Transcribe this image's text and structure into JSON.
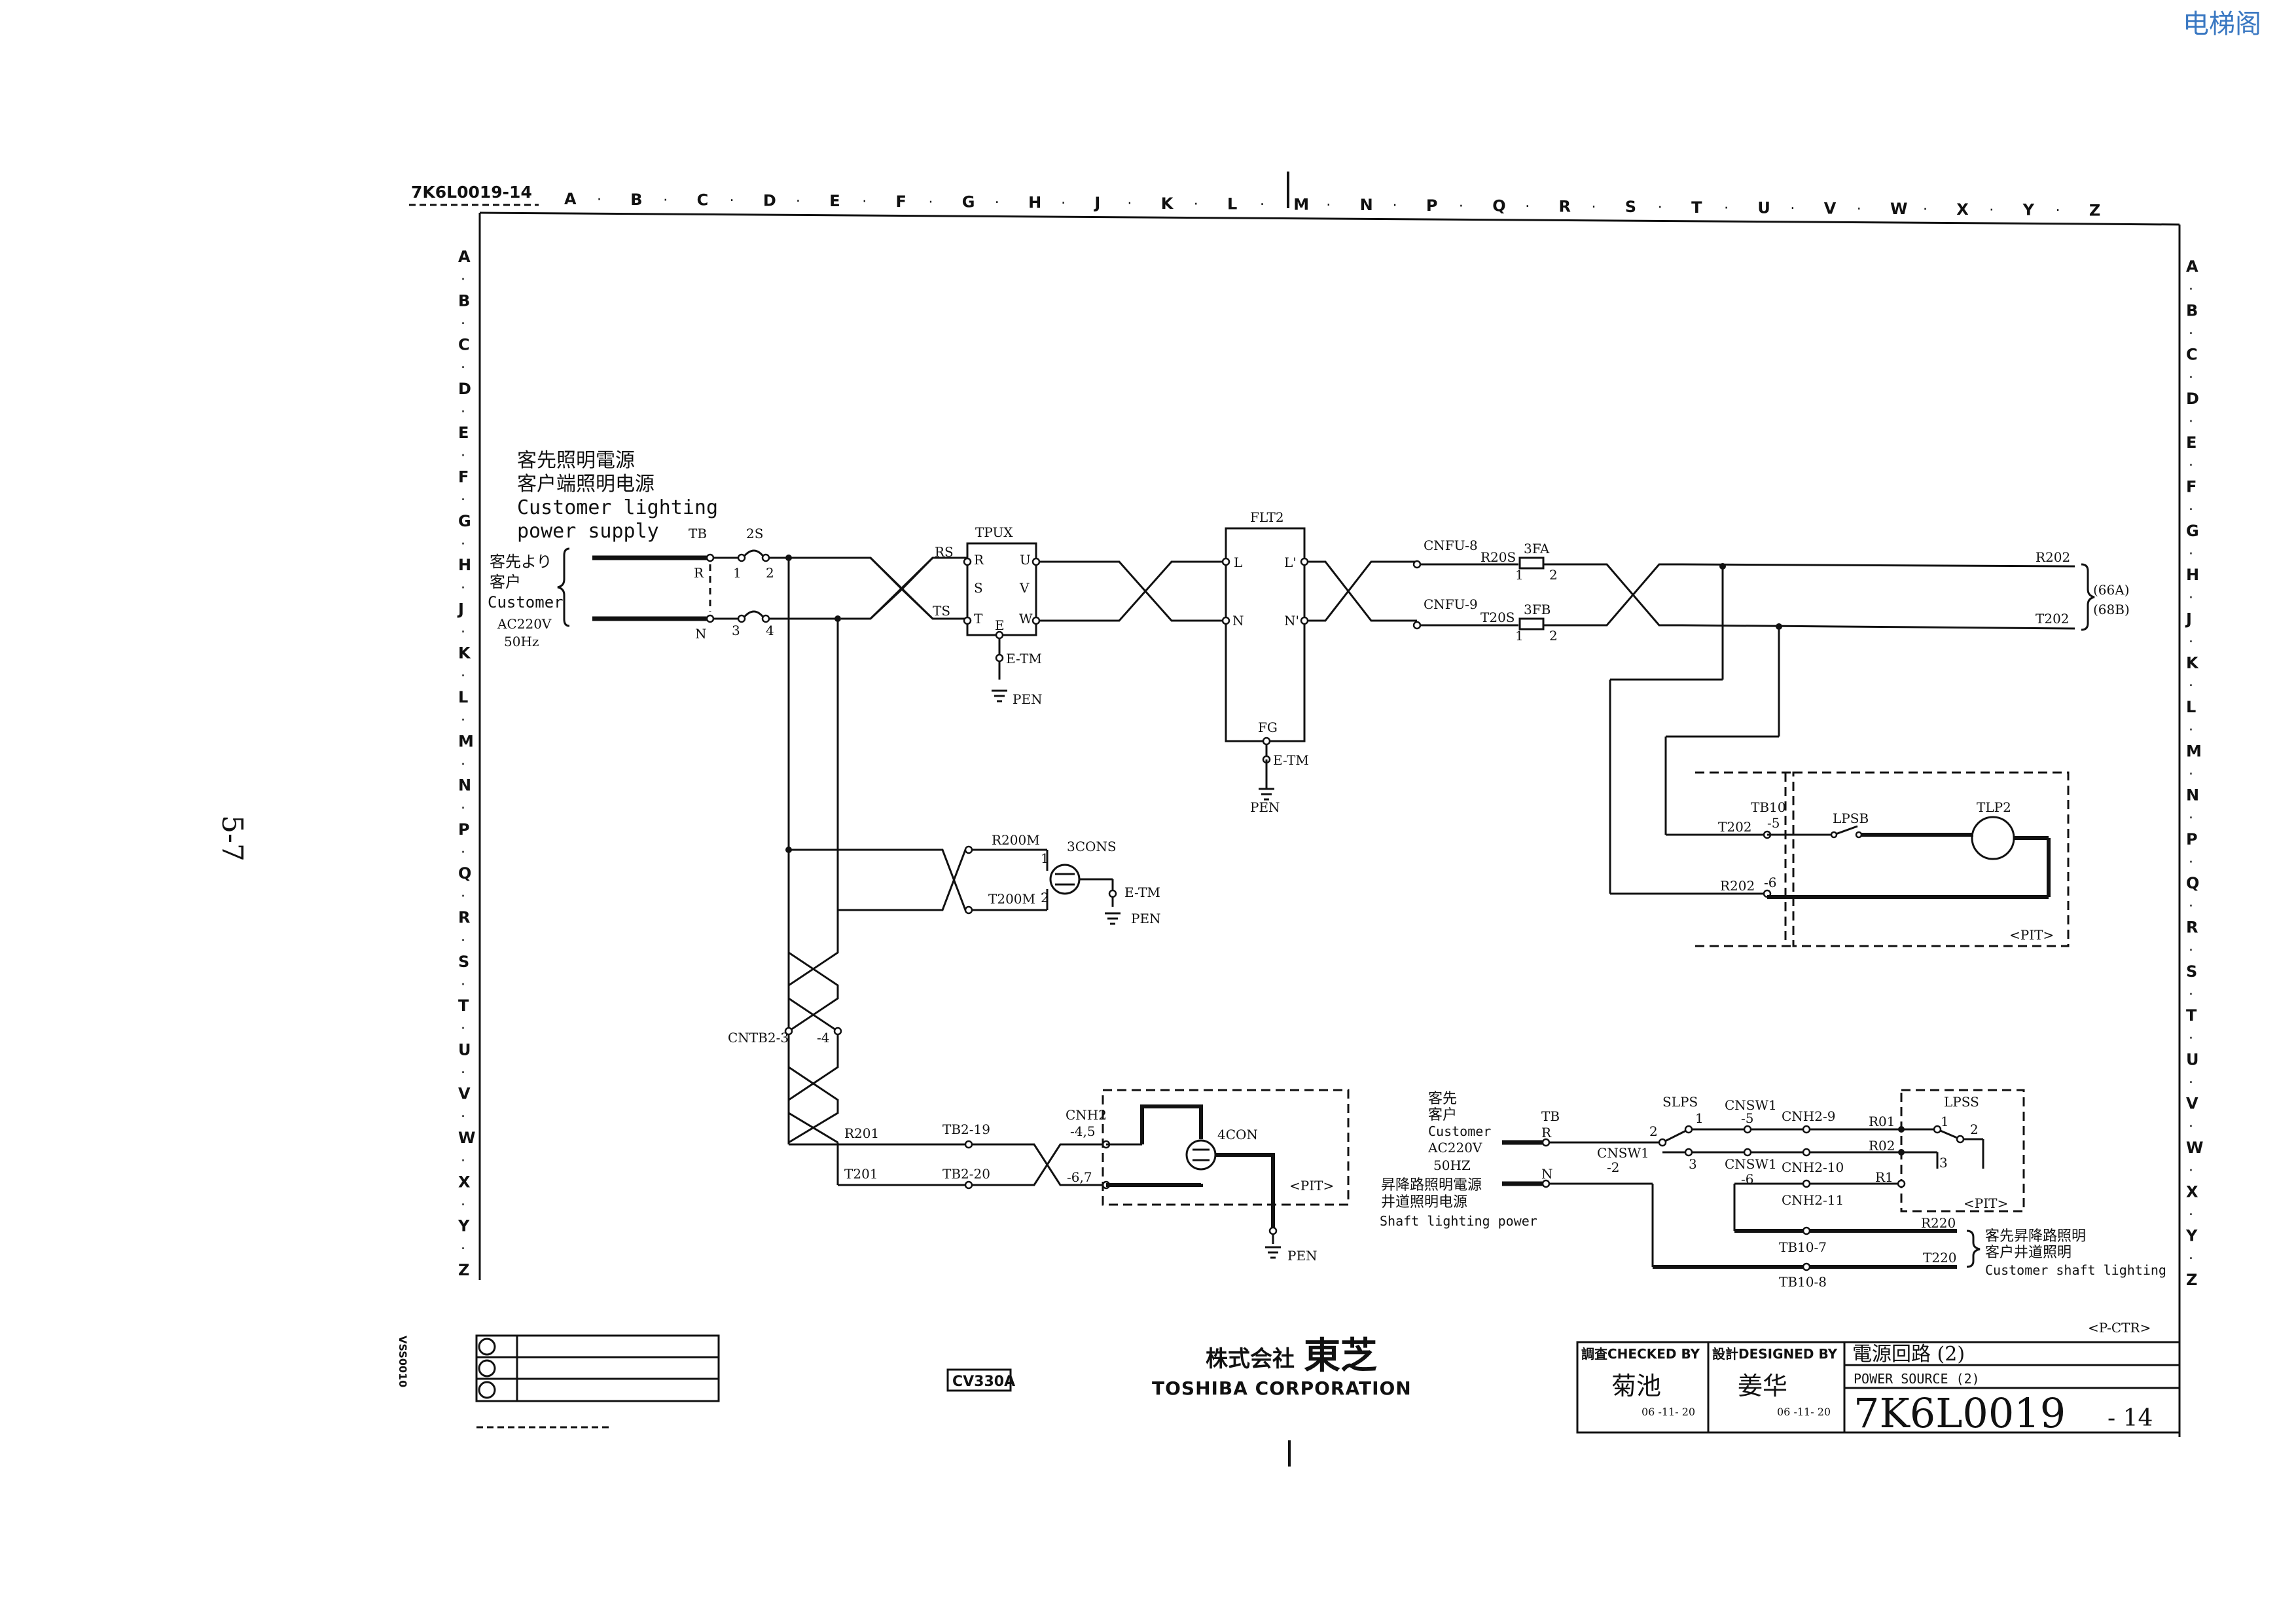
{
  "watermark": "电梯阁",
  "page_number": "5-7",
  "drawing_number_small": "7K6L0019-14",
  "col_letters": [
    "A",
    "B",
    "C",
    "D",
    "E",
    "F",
    "G",
    "H",
    "J",
    "K",
    "L",
    "M",
    "N",
    "P",
    "Q",
    "R",
    "S",
    "T",
    "U",
    "V",
    "W",
    "X",
    "Y",
    "Z"
  ],
  "row_letters": [
    "A",
    "B",
    "C",
    "D",
    "E",
    "F",
    "G",
    "H",
    "J",
    "K",
    "L",
    "M",
    "N",
    "P",
    "Q",
    "R",
    "S",
    "T",
    "U",
    "V",
    "W",
    "X",
    "Y",
    "Z"
  ],
  "customer_supply": {
    "title_jp": "客先照明電源",
    "title_cn": "客户端照明电源",
    "title_en1": "Customer lighting",
    "title_en2": "power supply",
    "from_jp": "客先より",
    "from_cn": "客户",
    "from_en": "Customer",
    "voltage": "AC220V",
    "freq": "50Hz"
  },
  "labels": {
    "tb": "TB",
    "r": "R",
    "n": "N",
    "s2": "2S",
    "p1": "1",
    "p2": "2",
    "p3": "3",
    "p4": "4",
    "tpux": "TPUX",
    "rs": "RS",
    "ts": "TS",
    "tpux_r": "R",
    "tpux_s": "S",
    "tpux_t": "T",
    "tpux_e": "E",
    "tpux_u": "U",
    "tpux_v": "V",
    "tpux_w": "W",
    "etm": "E-TM",
    "pen": "PEN",
    "flt2": "FLT2",
    "flt_l": "L",
    "flt_n": "N",
    "flt_l2": "L'",
    "flt_n2": "N'",
    "fg": "FG",
    "cnfu8": "CNFU-8",
    "cnfu9": "CNFU-9",
    "r20s": "R20S",
    "t20s": "T20S",
    "fa3": "3FA",
    "fb3": "3FB",
    "f1": "1",
    "f2": "2",
    "r202": "R202",
    "t202": "T202",
    "w66a": "(66A)",
    "w68b": "(68B)",
    "tb10": "TB10",
    "tb10_5": "-5",
    "tb10_6": "-6",
    "lpsb": "LPSB",
    "tlp2": "TLP2",
    "pit": "<PIT>",
    "r200m": "R200M",
    "t200m": "T200M",
    "cons3": "3CONS",
    "c1": "1",
    "c2": "2",
    "cntb2_3": "CNTB2-3",
    "cntb2_4": "-4",
    "r201": "R201",
    "t201": "T201",
    "tb2_19": "TB2-19",
    "tb2_20": "TB2-20",
    "cnh2": "CNH2",
    "cnh2_45": "-4,5",
    "cnh2_67": "-6,7",
    "con4": "4CON"
  },
  "shaft_supply": {
    "from_jp": "客先",
    "from_cn": "客户",
    "from_en": "Customer",
    "voltage": "AC220V",
    "freq": "50HZ",
    "title_jp": "昇降路照明電源",
    "title_cn": "井道照明电源",
    "title_en": "Shaft lighting power"
  },
  "shaft_labels": {
    "tb": "TB",
    "r": "R",
    "n": "N",
    "slps": "SLPS",
    "s1": "1",
    "s2": "2",
    "s3": "3",
    "cnsw1": "CNSW1",
    "cnsw1_2": "-2",
    "cnsw1_5": "-5",
    "cnsw1_6": "-6",
    "cnh2_9": "CNH2-9",
    "cnh2_10": "CNH2-10",
    "cnh2_11": "CNH2-11",
    "lpss": "LPSS",
    "l1": "1",
    "l2": "2",
    "l3": "3",
    "r01": "R01",
    "r02": "R02",
    "r1": "R1",
    "r220": "R220",
    "t220": "T220",
    "tb10_7": "TB10-7",
    "tb10_8": "TB10-8",
    "out_jp": "客先昇降路照明",
    "out_cn": "客户井道照明",
    "out_en": "Customer shaft lighting"
  },
  "footer": {
    "p_ctr": "<P-CTR>",
    "model": "CV330A",
    "company_jp": "株式会社",
    "brand_jp": "東芝",
    "company_en": "TOSHIBA CORPORATION",
    "checked_label": "調査CHECKED BY",
    "designed_label": "設計DESIGNED BY",
    "checked_name": "菊池",
    "checked_date": "06 -11- 20",
    "designed_name": "姜华",
    "designed_date": "06 -11- 20",
    "title_jp": "電源回路 (2)",
    "title_en": "POWER SOURCE (2)",
    "drawing_no": "7K6L0019",
    "sheet": "- 14",
    "side_code": "VSS0010"
  }
}
